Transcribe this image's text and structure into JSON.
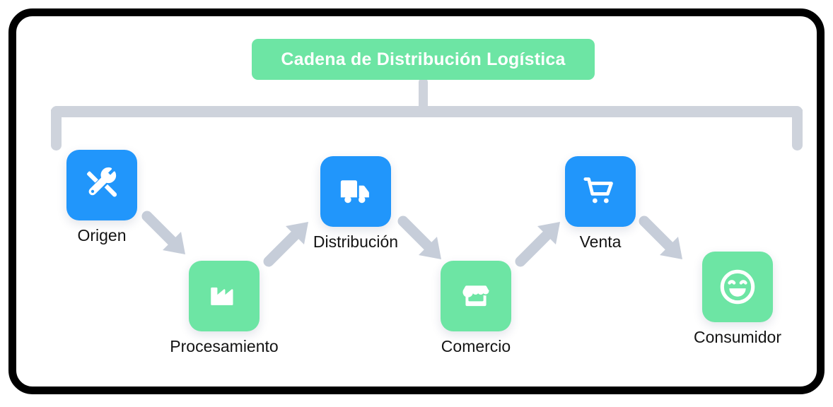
{
  "diagram": {
    "title": "Cadena de Distribución Logística",
    "colors": {
      "frame": "#000000",
      "title_badge": "#6de5a4",
      "title_text": "#ffffff",
      "node_blue": "#2196fb",
      "node_green": "#6de5a4",
      "connector_gray": "#ced3dc",
      "arrow_gray": "#c6cdd9",
      "label_text": "#141414",
      "background": "#ffffff"
    },
    "connector": {
      "type": "top-bracket",
      "description": "horizontal gray bar with down-turned end legs and a center stub rising to the title badge"
    },
    "nodes": [
      {
        "id": "origen",
        "label": "Origen",
        "icon": "tools-icon",
        "color": "#2196fb",
        "row": "upper"
      },
      {
        "id": "procesamiento",
        "label": "Procesamiento",
        "icon": "factory-icon",
        "color": "#6de5a4",
        "row": "lower"
      },
      {
        "id": "distribucion",
        "label": "Distribución",
        "icon": "truck-icon",
        "color": "#2196fb",
        "row": "upper"
      },
      {
        "id": "comercio",
        "label": "Comercio",
        "icon": "storefront-icon",
        "color": "#6de5a4",
        "row": "lower"
      },
      {
        "id": "venta",
        "label": "Venta",
        "icon": "shopping-cart-icon",
        "color": "#2196fb",
        "row": "upper"
      },
      {
        "id": "consumidor",
        "label": "Consumidor",
        "icon": "smiley-face-icon",
        "color": "#6de5a4",
        "row": "lower"
      }
    ],
    "arrows": [
      {
        "id": "arrow-1",
        "from": "origen",
        "to": "procesamiento",
        "direction": "down-right"
      },
      {
        "id": "arrow-2",
        "from": "procesamiento",
        "to": "distribucion",
        "direction": "up-right"
      },
      {
        "id": "arrow-3",
        "from": "distribucion",
        "to": "comercio",
        "direction": "down-right"
      },
      {
        "id": "arrow-4",
        "from": "comercio",
        "to": "venta",
        "direction": "up-right"
      },
      {
        "id": "arrow-5",
        "from": "venta",
        "to": "consumidor",
        "direction": "down-right"
      }
    ]
  }
}
